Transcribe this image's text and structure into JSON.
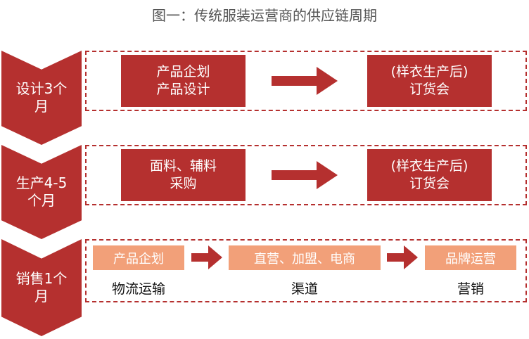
{
  "title": "图一：传统服装运营商的供应链周期",
  "colors": {
    "primary": "#b5302f",
    "accent": "#f2a079",
    "text": "#555555"
  },
  "stages": [
    {
      "label": "设计3个\n月",
      "blocks": [
        "产品企划\n产品设计",
        "(样衣生产后)\n订货会"
      ]
    },
    {
      "label": "生产4-5\n个月",
      "blocks": [
        "面料、辅料\n采购",
        "(样衣生产后)\n订货会"
      ]
    },
    {
      "label": "销售1个\n月",
      "steps": [
        {
          "pill": "产品企划",
          "caption": "物流运输"
        },
        {
          "pill": "直营、加盟、电商",
          "caption": "渠道"
        },
        {
          "pill": "品牌运营",
          "caption": "营销"
        }
      ]
    }
  ]
}
